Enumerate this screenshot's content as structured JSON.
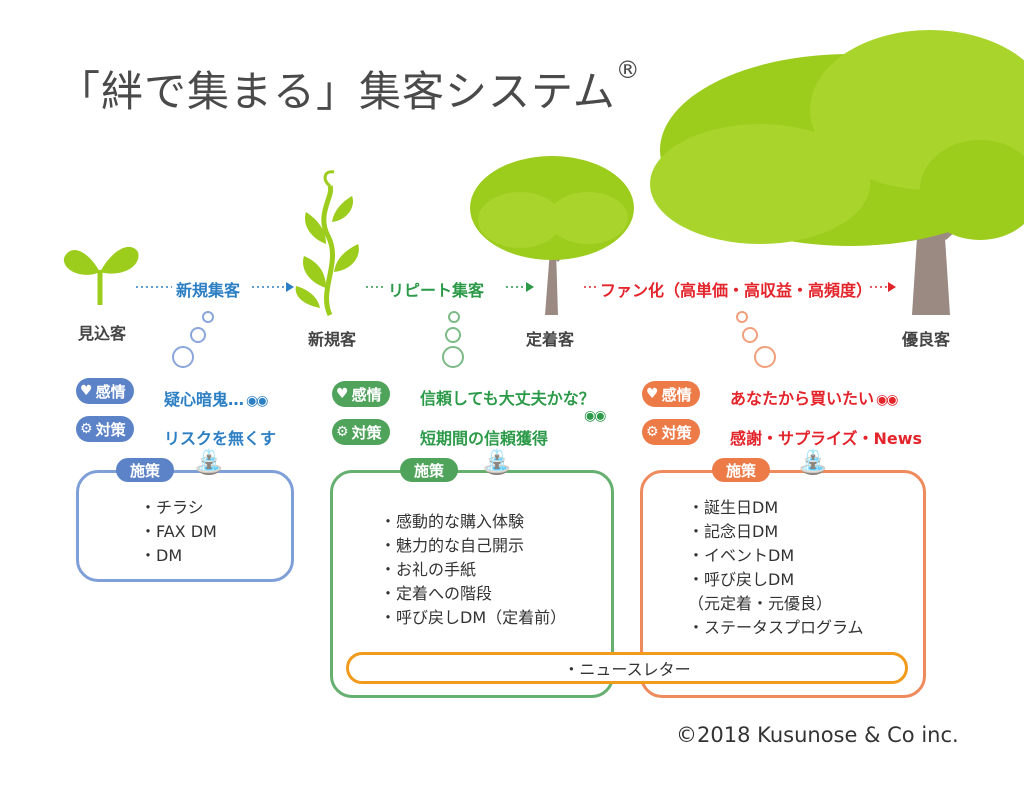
{
  "title": "「絆で集まる」集客システム",
  "title_mark": "®",
  "stages": [
    "見込客",
    "新規客",
    "定着客",
    "優良客"
  ],
  "arrows": {
    "a1": "新規集客",
    "a2": "リピート集客",
    "a3": "ファン化（高単価・高収益・高頻度）"
  },
  "pill_labels": {
    "emotion": "感情",
    "measure": "対策",
    "action": "施策"
  },
  "columns": [
    {
      "emotion": "疑心暗鬼…",
      "measure": "リスクを無くす",
      "items": [
        "・チラシ",
        "・FAX DM",
        "・DM"
      ]
    },
    {
      "emotion": "信頼しても大丈夫かな？",
      "measure": "短期間の信頼獲得",
      "items": [
        "・感動的な購入体験",
        "・魅力的な自己開示",
        "・お礼の手紙",
        "・定着への階段",
        "・呼び戻しDM（定着前）"
      ]
    },
    {
      "emotion": "あなたから買いたい",
      "measure": "感謝・サプライズ・News",
      "items": [
        "・誕生日DM",
        "・記念日DM",
        "・イベントDM",
        "・呼び戻しDM",
        "（元定着・元優良）",
        "・ステータスプログラム"
      ]
    }
  ],
  "newsletter": "・ニュースレター",
  "copyright": "©2018 Kusunose & Co inc.",
  "colors": {
    "blue": "#2d7fc4",
    "green": "#2c9a49",
    "red": "#e3242b",
    "leaf": "#9ccc1c",
    "trunk": "#9a8a82",
    "newsletter_border": "#f29a1c"
  },
  "icons": [
    "heart-icon",
    "gear-icon",
    "eyes-icon",
    "watering-can-icon",
    "sprout-icon",
    "vine-icon",
    "small-tree-icon",
    "big-tree-icon"
  ]
}
